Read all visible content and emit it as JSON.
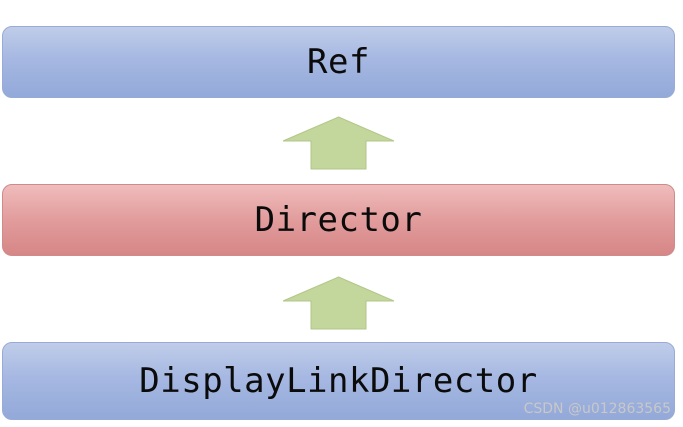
{
  "diagram": {
    "boxes": [
      {
        "label": "Ref",
        "color": "#a6b8e2"
      },
      {
        "label": "Director",
        "color": "#e29c9c"
      },
      {
        "label": "DisplayLinkDirector",
        "color": "#a6b8e2"
      }
    ],
    "arrow_color": "#c3d69b",
    "arrow_direction": "up"
  },
  "watermark": "CSDN @u012863565"
}
